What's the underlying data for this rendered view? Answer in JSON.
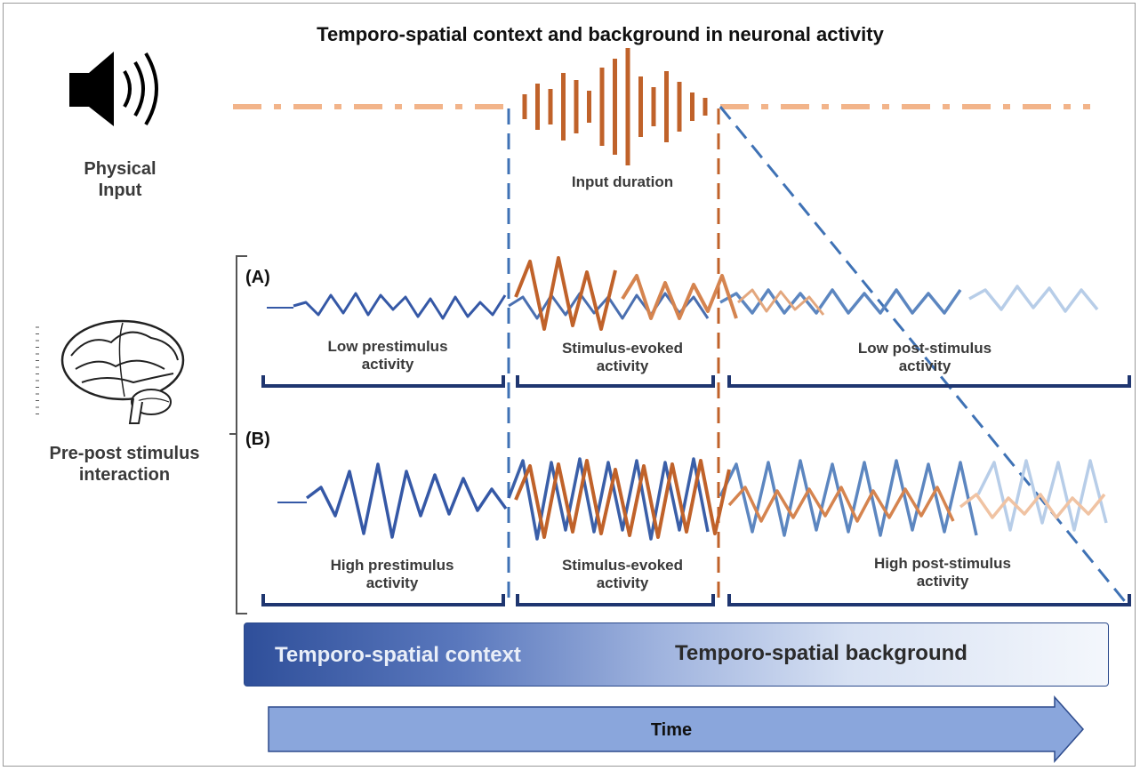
{
  "title": "Temporo-spatial context and background in neuronal activity",
  "physical_input": {
    "label": "Physical\nInput",
    "icon": "speaker-icon"
  },
  "input_duration": "Input duration",
  "pre_post": {
    "label": "Pre-post stimulus\ninteraction",
    "icon": "brain-icon"
  },
  "panel_a": {
    "label": "(A)",
    "segments": [
      "Low prestimulus\nactivity",
      "Stimulus-evoked\nactivity",
      "Low post-stimulus\nactivity"
    ]
  },
  "panel_b": {
    "label": "(B)",
    "segments": [
      "High prestimulus\nactivity",
      "Stimulus-evoked\nactivity",
      "High post-stimulus\nactivity"
    ]
  },
  "context_bar": {
    "left": "Temporo-spatial context",
    "right": "Temporo-spatial background"
  },
  "time_arrow": "Time",
  "colors": {
    "blue": "#3558a6",
    "navy": "#1f3670",
    "orange": "#c0622a",
    "light_orange": "#f2b48a",
    "dashed_blue": "#3f72b5"
  }
}
